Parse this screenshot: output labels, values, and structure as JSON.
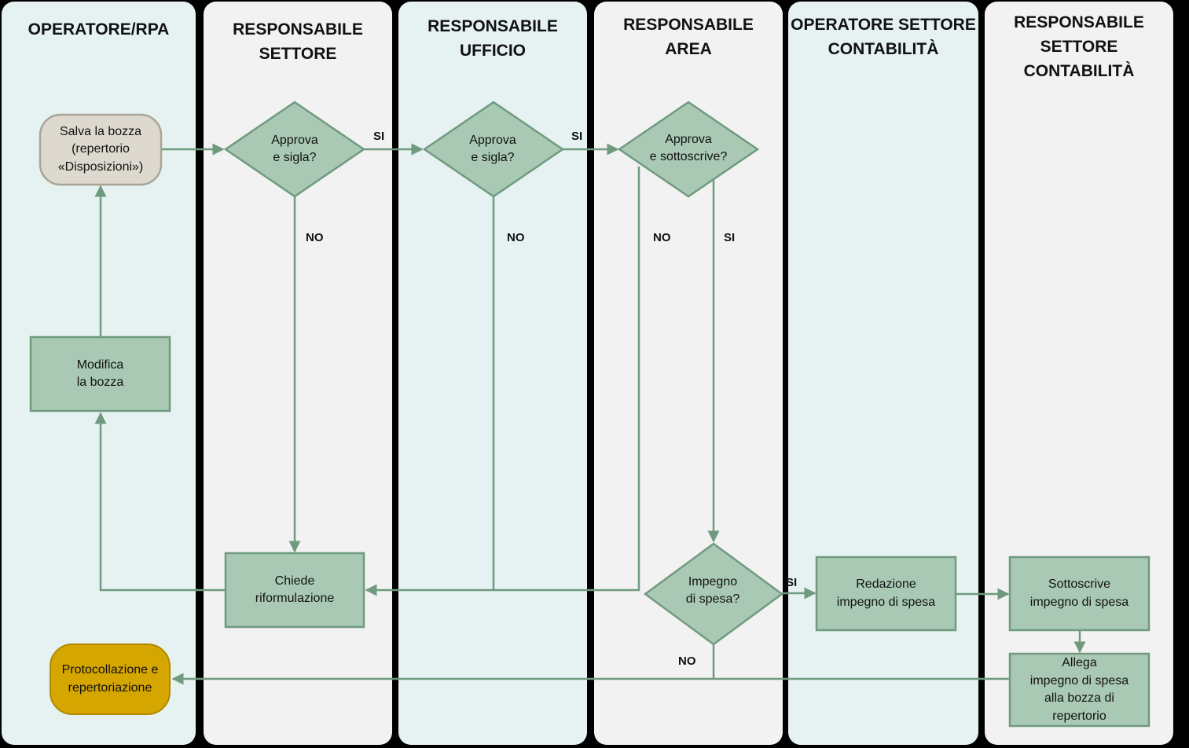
{
  "lanes": [
    {
      "title": "OPERATORE/RPA"
    },
    {
      "title": "RESPONSABILE\nSETTORE"
    },
    {
      "title": "RESPONSABILE\nUFFICIO"
    },
    {
      "title": "RESPONSABILE\nAREA"
    },
    {
      "title": "OPERATORE SETTORE\nCONTABILITÀ"
    },
    {
      "title": "RESPONSABILE\nSETTORE CONTABILITÀ"
    }
  ],
  "nodes": {
    "salva_bozza": "Salva la bozza\n(repertorio\n«Disposizioni»)",
    "modifica_bozza": "Modifica\nla bozza",
    "protocollazione": "Protocollazione e\nrepertoriazione",
    "approva_settore": "Approva\ne sigla?",
    "chiede_riformulazione": "Chiede\nriformulazione",
    "approva_ufficio": "Approva\ne sigla?",
    "approva_area": "Approva\ne sottoscrive?",
    "impegno_spesa": "Impegno\ndi spesa?",
    "redazione_impegno": "Redazione\nimpegno di spesa",
    "sottoscrive_impegno": "Sottoscrive\nimpegno di spesa",
    "allega_impegno": "Allega\nimpegno di spesa\nalla bozza di\nrepertorio"
  },
  "labels": {
    "si_settore": "SI",
    "si_ufficio": "SI",
    "no_settore": "NO",
    "no_ufficio": "NO",
    "no_area": "NO",
    "si_area": "SI",
    "si_impegno": "SI",
    "no_impegno": "NO"
  },
  "colors": {
    "lane_blue": "#e6f2f2",
    "lane_gray": "#f2f2f2",
    "node_fill": "#a9c9b5",
    "node_stroke": "#6f9a7e",
    "start_fill": "#ddd9cf",
    "start_stroke": "#a8a596",
    "end_fill": "#d6a600",
    "connector": "#6f9a7e"
  }
}
